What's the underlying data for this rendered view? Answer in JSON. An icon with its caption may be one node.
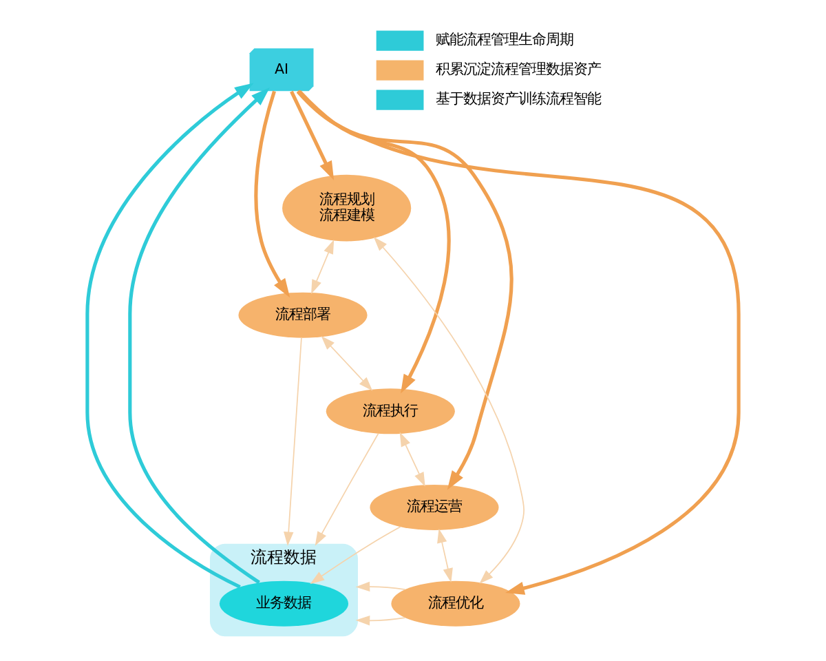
{
  "diagram": {
    "nodes": [
      {
        "text": [
          "流程数据"
        ]
      },
      {
        "text": [
          "业务数据"
        ],
        "in": 0
      },
      {
        "text": [
          "AI"
        ]
      },
      {
        "text": [
          "流程规划",
          "流程建模"
        ]
      },
      {
        "text": [
          "流程部署"
        ]
      },
      {
        "text": [
          "流程执行"
        ]
      },
      {
        "text": [
          "流程运营"
        ]
      },
      {
        "text": [
          "流程优化"
        ]
      }
    ],
    "edges": [
      {
        "from": 2,
        "to": 3,
        "arrow": "to",
        "style": "thick",
        "color": "#f0a050"
      },
      {
        "from": 2,
        "to": 4,
        "arrow": "to",
        "style": "thick",
        "color": "#f0a050"
      },
      {
        "from": 2,
        "to": 5,
        "arrow": "to",
        "style": "thick",
        "color": "#f0a050"
      },
      {
        "from": 2,
        "to": 6,
        "arrow": "to",
        "style": "thick",
        "color": "#f0a050"
      },
      {
        "from": 2,
        "to": 7,
        "arrow": "to",
        "style": "thick",
        "color": "#f0a050"
      },
      {
        "from": 3,
        "to": 4,
        "arrow": "both"
      },
      {
        "from": 4,
        "to": 5,
        "arrow": "both"
      },
      {
        "from": 5,
        "to": 6,
        "arrow": "both"
      },
      {
        "from": 6,
        "to": 7,
        "arrow": "both"
      },
      {
        "from": 7,
        "to": 3,
        "arrow": "both"
      },
      {
        "from": 7,
        "to": 0,
        "arrow": "to"
      },
      {
        "from": 7,
        "to": 0,
        "arrow": "to"
      },
      {
        "from": 4,
        "to": 0,
        "arrow": "to"
      },
      {
        "from": 5,
        "to": 0,
        "arrow": "to"
      },
      {
        "from": 6,
        "to": 1,
        "arrow": "to"
      },
      {
        "from": 1,
        "to": 2,
        "arrow": "to",
        "style": "thick",
        "color": "#2ecbd8"
      },
      {
        "from": 1,
        "to": 2,
        "arrow": "to",
        "style": "thick",
        "color": "#2ecbd8"
      }
    ],
    "legend": [
      {
        "text": "赋能流程管理生命周期",
        "color": "#2ecbd8"
      },
      {
        "text": "积累沉淀流程管理数据资产",
        "color": "#f5b46b"
      },
      {
        "text": "基于数据资产训练流程智能",
        "color": "#2ecbd8"
      }
    ]
  }
}
